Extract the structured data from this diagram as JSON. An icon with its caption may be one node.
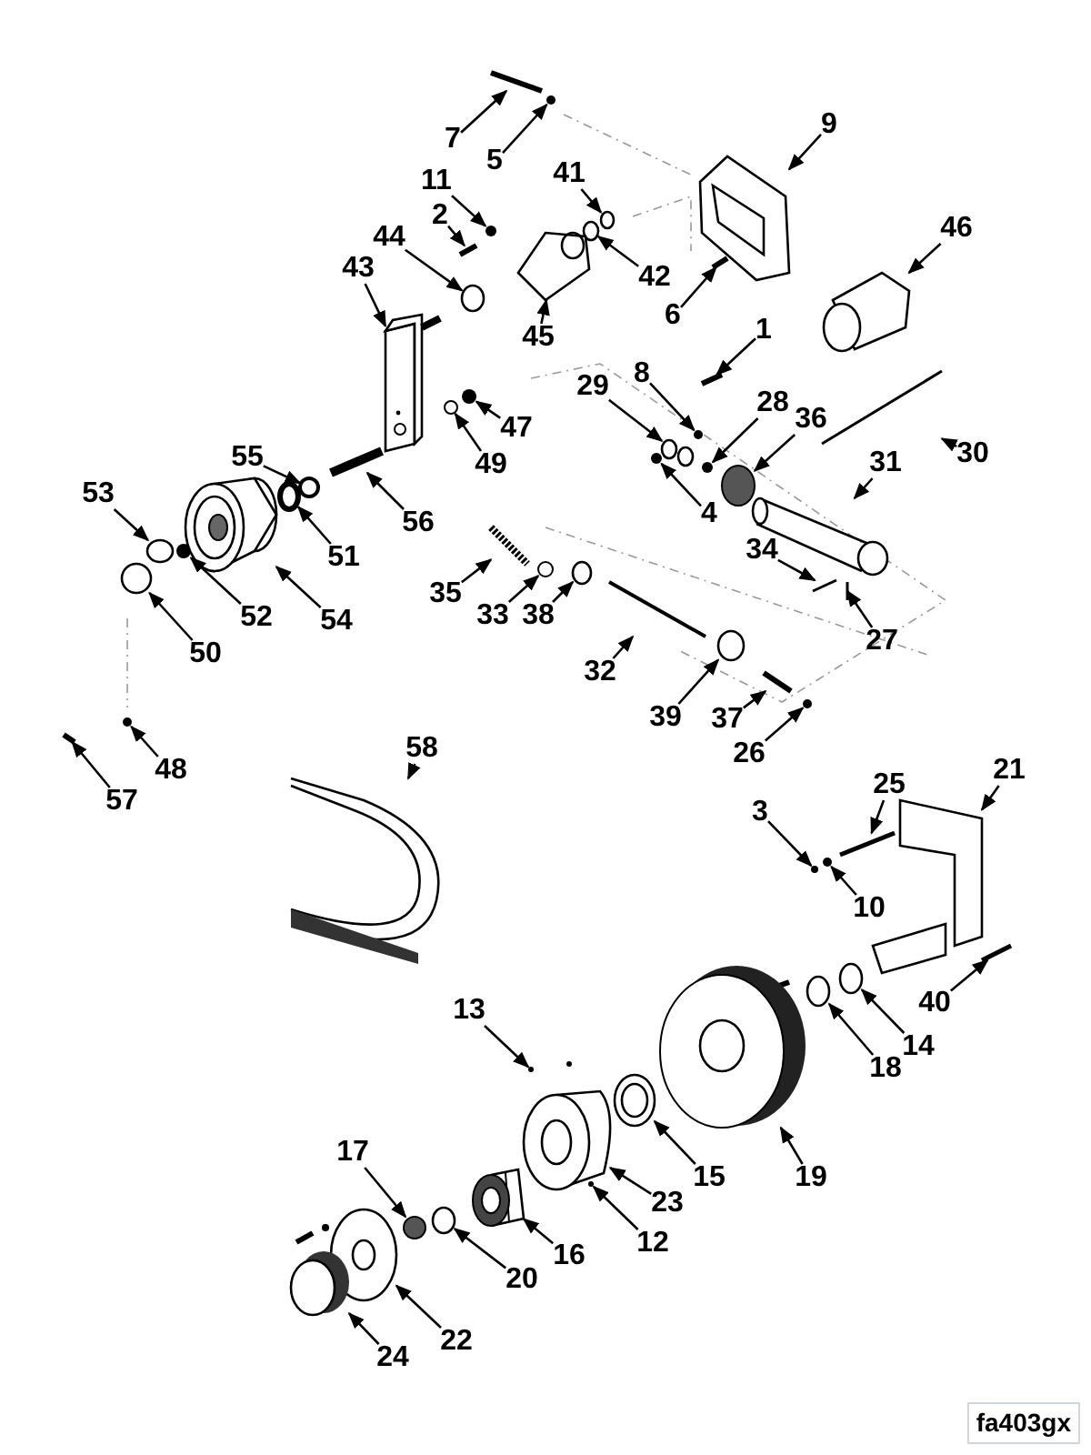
{
  "diagram": {
    "nodes": [
      {
        "text": [
          "7"
        ]
      },
      {
        "text": [
          "5"
        ]
      },
      {
        "text": [
          "9"
        ]
      },
      {
        "text": [
          "11"
        ]
      },
      {
        "text": [
          "2"
        ]
      },
      {
        "text": [
          "41"
        ]
      },
      {
        "text": [
          "44"
        ]
      },
      {
        "text": [
          "42"
        ]
      },
      {
        "text": [
          "6"
        ]
      },
      {
        "text": [
          "46"
        ]
      },
      {
        "text": [
          "43"
        ]
      },
      {
        "text": [
          "45"
        ]
      },
      {
        "text": [
          "1"
        ]
      },
      {
        "text": [
          "8"
        ]
      },
      {
        "text": [
          "29"
        ]
      },
      {
        "text": [
          "28"
        ]
      },
      {
        "text": [
          "36"
        ]
      },
      {
        "text": [
          "47"
        ]
      },
      {
        "text": [
          "49"
        ]
      },
      {
        "text": [
          "55"
        ]
      },
      {
        "text": [
          "30"
        ]
      },
      {
        "text": [
          "31"
        ]
      },
      {
        "text": [
          "4"
        ]
      },
      {
        "text": [
          "56"
        ]
      },
      {
        "text": [
          "53"
        ]
      },
      {
        "text": [
          "51"
        ]
      },
      {
        "text": [
          "35"
        ]
      },
      {
        "text": [
          "34"
        ]
      },
      {
        "text": [
          "33"
        ]
      },
      {
        "text": [
          "38"
        ]
      },
      {
        "text": [
          "52"
        ]
      },
      {
        "text": [
          "54"
        ]
      },
      {
        "text": [
          "27"
        ]
      },
      {
        "text": [
          "50"
        ]
      },
      {
        "text": [
          "32"
        ]
      },
      {
        "text": [
          "39"
        ]
      },
      {
        "text": [
          "37"
        ]
      },
      {
        "text": [
          "26"
        ]
      },
      {
        "text": [
          "48"
        ]
      },
      {
        "text": [
          "57"
        ]
      },
      {
        "text": [
          "58"
        ]
      },
      {
        "text": [
          "21"
        ]
      },
      {
        "text": [
          "25"
        ]
      },
      {
        "text": [
          "3"
        ]
      },
      {
        "text": [
          "10"
        ]
      },
      {
        "text": [
          "40"
        ]
      },
      {
        "text": [
          "14"
        ]
      },
      {
        "text": [
          "18"
        ]
      },
      {
        "text": [
          "13"
        ]
      },
      {
        "text": [
          "15"
        ]
      },
      {
        "text": [
          "19"
        ]
      },
      {
        "text": [
          "17"
        ]
      },
      {
        "text": [
          "23"
        ]
      },
      {
        "text": [
          "12"
        ]
      },
      {
        "text": [
          "16"
        ]
      },
      {
        "text": [
          "20"
        ]
      },
      {
        "text": [
          "22"
        ]
      },
      {
        "text": [
          "24"
        ]
      },
      {
        "text": [],
        "shape": "picture"
      },
      {
        "text": [],
        "shape": "circle"
      },
      {
        "text": [],
        "shape": "picture"
      },
      {
        "text": [],
        "shape": "circle"
      },
      {
        "text": [],
        "shape": "picture"
      },
      {
        "text": [],
        "shape": "circle"
      },
      {
        "text": [],
        "shape": "circle"
      },
      {
        "text": [],
        "shape": "circle"
      },
      {
        "text": [],
        "shape": "picture"
      },
      {
        "text": [],
        "shape": "picture"
      },
      {
        "text": [],
        "shape": "picture"
      },
      {
        "text": [],
        "shape": "picture"
      },
      {
        "text": [],
        "shape": "picture"
      },
      {
        "text": [],
        "shape": "circle"
      },
      {
        "text": [],
        "shape": "picture"
      },
      {
        "text": [],
        "shape": "circle"
      },
      {
        "text": [],
        "shape": "circle"
      },
      {
        "text": [],
        "shape": "circle"
      },
      {
        "text": [],
        "shape": "circle"
      },
      {
        "text": [],
        "shape": "circle"
      },
      {
        "text": [],
        "shape": "picture"
      },
      {
        "text": [],
        "shape": "picture"
      },
      {
        "text": [],
        "shape": "circle"
      },
      {
        "text": [],
        "shape": "picture"
      },
      {
        "text": [],
        "shape": "circle"
      },
      {
        "text": [],
        "shape": "circle"
      },
      {
        "text": [],
        "shape": "picture"
      },
      {
        "text": [],
        "shape": "picture"
      },
      {
        "text": [],
        "shape": "circle"
      },
      {
        "text": [],
        "shape": "circle"
      },
      {
        "text": [],
        "shape": "circle"
      },
      {
        "text": [],
        "shape": "picture"
      },
      {
        "text": [],
        "shape": "picture"
      },
      {
        "text": [],
        "shape": "circle"
      },
      {
        "text": [],
        "shape": "picture"
      },
      {
        "text": [],
        "shape": "circle"
      },
      {
        "text": [],
        "shape": "picture"
      },
      {
        "text": [],
        "shape": "circle"
      },
      {
        "text": [],
        "shape": "circle"
      },
      {
        "text": [],
        "shape": "picture"
      },
      {
        "text": [],
        "shape": "picture"
      },
      {
        "text": [],
        "shape": "picture"
      },
      {
        "text": [],
        "shape": "picture"
      },
      {
        "text": [],
        "shape": "circle"
      },
      {
        "text": [],
        "shape": "circle"
      },
      {
        "text": [],
        "shape": "picture"
      },
      {
        "text": [],
        "shape": "circle"
      },
      {
        "text": [],
        "shape": "circle"
      },
      {
        "text": [],
        "shape": "circle"
      },
      {
        "text": [],
        "shape": "picture"
      },
      {
        "text": [],
        "shape": "picture"
      },
      {
        "text": [],
        "shape": "circle"
      },
      {
        "text": [],
        "shape": "picture"
      },
      {
        "text": [],
        "shape": "circle"
      },
      {
        "text": [],
        "shape": "picture"
      },
      {
        "text": [],
        "shape": "circle"
      },
      {
        "text": [],
        "shape": "picture"
      },
      {
        "text": [],
        "shape": "picture"
      }
    ],
    "edges": [
      {
        "from": 0,
        "to": 58,
        "arrow": "to"
      },
      {
        "from": 1,
        "to": 59,
        "arrow": "to"
      },
      {
        "from": 2,
        "to": 60,
        "arrow": "to"
      },
      {
        "from": 3,
        "to": 61,
        "arrow": "to"
      },
      {
        "from": 4,
        "to": 62,
        "arrow": "to"
      },
      {
        "from": 5,
        "to": 63,
        "arrow": "to"
      },
      {
        "from": 6,
        "to": 64,
        "arrow": "to"
      },
      {
        "from": 7,
        "to": 65,
        "arrow": "to"
      },
      {
        "from": 8,
        "to": 66,
        "arrow": "to"
      },
      {
        "from": 9,
        "to": 67,
        "arrow": "to"
      },
      {
        "from": 10,
        "to": 68,
        "arrow": "to"
      },
      {
        "from": 11,
        "to": 69,
        "arrow": "to"
      },
      {
        "from": 12,
        "to": 70,
        "arrow": "to"
      },
      {
        "from": 13,
        "to": 71,
        "arrow": "to"
      },
      {
        "from": 14,
        "to": 72,
        "arrow": "to"
      },
      {
        "from": 15,
        "to": 73,
        "arrow": "to"
      },
      {
        "from": 16,
        "to": 74,
        "arrow": "to"
      },
      {
        "from": 17,
        "to": 75,
        "arrow": "to"
      },
      {
        "from": 18,
        "to": 76,
        "arrow": "to"
      },
      {
        "from": 19,
        "to": 77,
        "arrow": "to"
      },
      {
        "from": 20,
        "to": 78,
        "arrow": "to"
      },
      {
        "from": 21,
        "to": 79,
        "arrow": "to"
      },
      {
        "from": 22,
        "to": 80,
        "arrow": "to"
      },
      {
        "from": 23,
        "to": 81,
        "arrow": "to"
      },
      {
        "from": 24,
        "to": 82,
        "arrow": "to"
      },
      {
        "from": 25,
        "to": 83,
        "arrow": "to"
      },
      {
        "from": 26,
        "to": 84,
        "arrow": "to"
      },
      {
        "from": 27,
        "to": 85,
        "arrow": "to"
      },
      {
        "from": 28,
        "to": 86,
        "arrow": "to"
      },
      {
        "from": 29,
        "to": 87,
        "arrow": "to"
      },
      {
        "from": 30,
        "to": 88,
        "arrow": "to"
      },
      {
        "from": 31,
        "to": 89,
        "arrow": "to"
      },
      {
        "from": 32,
        "to": 90,
        "arrow": "to"
      },
      {
        "from": 33,
        "to": 91,
        "arrow": "to"
      },
      {
        "from": 34,
        "to": 92,
        "arrow": "to"
      },
      {
        "from": 35,
        "to": 93,
        "arrow": "to"
      },
      {
        "from": 36,
        "to": 94,
        "arrow": "to"
      },
      {
        "from": 37,
        "to": 95,
        "arrow": "to"
      },
      {
        "from": 38,
        "to": 96,
        "arrow": "to"
      },
      {
        "from": 39,
        "to": 97,
        "arrow": "to"
      },
      {
        "from": 40,
        "to": 98,
        "arrow": "to"
      },
      {
        "from": 41,
        "to": 99,
        "arrow": "to"
      },
      {
        "from": 42,
        "to": 100,
        "arrow": "to"
      },
      {
        "from": 43,
        "to": 101,
        "arrow": "to"
      },
      {
        "from": 44,
        "to": 102,
        "arrow": "to"
      },
      {
        "from": 45,
        "to": 103,
        "arrow": "to"
      },
      {
        "from": 46,
        "to": 104,
        "arrow": "to"
      },
      {
        "from": 47,
        "to": 105,
        "arrow": "to"
      },
      {
        "from": 48,
        "to": 106,
        "arrow": "to"
      },
      {
        "from": 49,
        "to": 107,
        "arrow": "to"
      },
      {
        "from": 50,
        "to": 108,
        "arrow": "to"
      },
      {
        "from": 51,
        "to": 109,
        "arrow": "to"
      },
      {
        "from": 52,
        "to": 110,
        "arrow": "to"
      },
      {
        "from": 53,
        "to": 111,
        "arrow": "to"
      },
      {
        "from": 54,
        "to": 112,
        "arrow": "to"
      },
      {
        "from": 55,
        "to": 113,
        "arrow": "to"
      },
      {
        "from": 56,
        "to": 114,
        "arrow": "to"
      },
      {
        "from": 57,
        "to": 115,
        "arrow": "to"
      }
    ],
    "labels": [
      "fa403gx"
    ]
  }
}
